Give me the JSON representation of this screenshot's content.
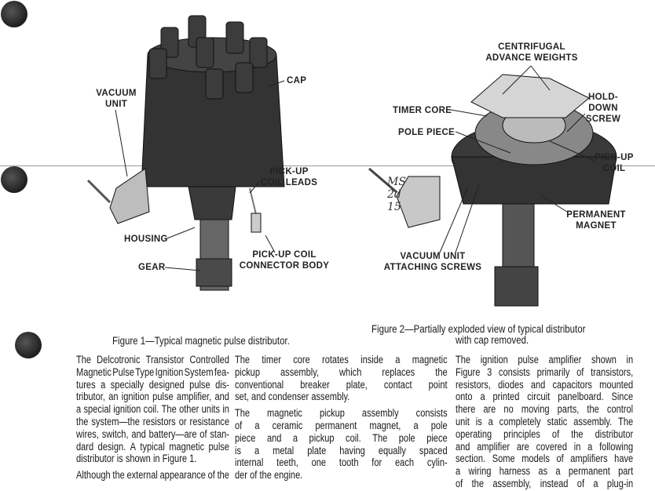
{
  "figure1": {
    "labels": {
      "vacuum_unit": "VACUUM UNIT",
      "cap": "CAP",
      "pickup_coil_leads": "PICK-UP COIL LEADS",
      "housing": "HOUSING",
      "gear": "GEAR",
      "pickup_coil_connector_body": "PICK-UP COIL CONNECTOR BODY"
    },
    "caption": "Figure 1—Typical magnetic pulse distributor."
  },
  "figure2": {
    "labels": {
      "centrifugal_advance_weights": "CENTRIFUGAL ADVANCE WEIGHTS",
      "timer_core": "TIMER CORE",
      "pole_piece": "POLE PIECE",
      "hold_down_screw": "HOLD-DOWN SCREW",
      "pickup_coil": "PICK-UP COIL",
      "permanent_magnet": "PERMANENT MAGNET",
      "vacuum_unit_attaching_screws": "VACUUM UNIT ATTACHING SCREWS"
    },
    "handwritten_note": "MS 2d 15",
    "caption_line1": "Figure 2—Partially exploded view of typical distributor",
    "caption_line2": "with cap removed."
  },
  "columns": [
    {
      "paragraphs": [
        [
          "The Delcotronic Transistor Controlled",
          "Magnetic Pulse Type Ignition System fea-",
          "tures a specially designed pulse dis-",
          "tributor, an ignition pulse amplifier, and",
          "a special ignition coil. The other units in",
          "the system—the resistors or resistance",
          "wires, switch, and battery—are of stan-",
          "dard design. A typical magnetic pulse",
          "distributor is shown in Figure 1."
        ],
        [
          "Although the external appearance of the"
        ]
      ]
    },
    {
      "paragraphs": [
        [
          "The timer core rotates inside a magnetic",
          "pickup assembly, which replaces the",
          "conventional breaker plate, contact point",
          "set, and condenser assembly."
        ],
        [
          "The magnetic pickup assembly consists",
          "of a ceramic permanent magnet, a pole",
          "piece and a pickup coil. The pole piece",
          "is a metal plate having equally spaced",
          "internal teeth, one tooth for each cylin-",
          "der of the engine."
        ]
      ]
    },
    {
      "paragraphs": [
        [
          "The ignition pulse amplifier shown in",
          "Figure 3 consists primarily of transistors,",
          "resistors, diodes and capacitors mounted",
          "onto a printed circuit panelboard. Since",
          "there are no moving parts, the control",
          "unit is a completely static assembly. The",
          "operating principles of the distributor",
          "and amplifier are covered in a following",
          "section. Some models of amplifiers have",
          "a wiring harness as a permanent part",
          "of the assembly, instead of a plug-in"
        ]
      ]
    }
  ]
}
